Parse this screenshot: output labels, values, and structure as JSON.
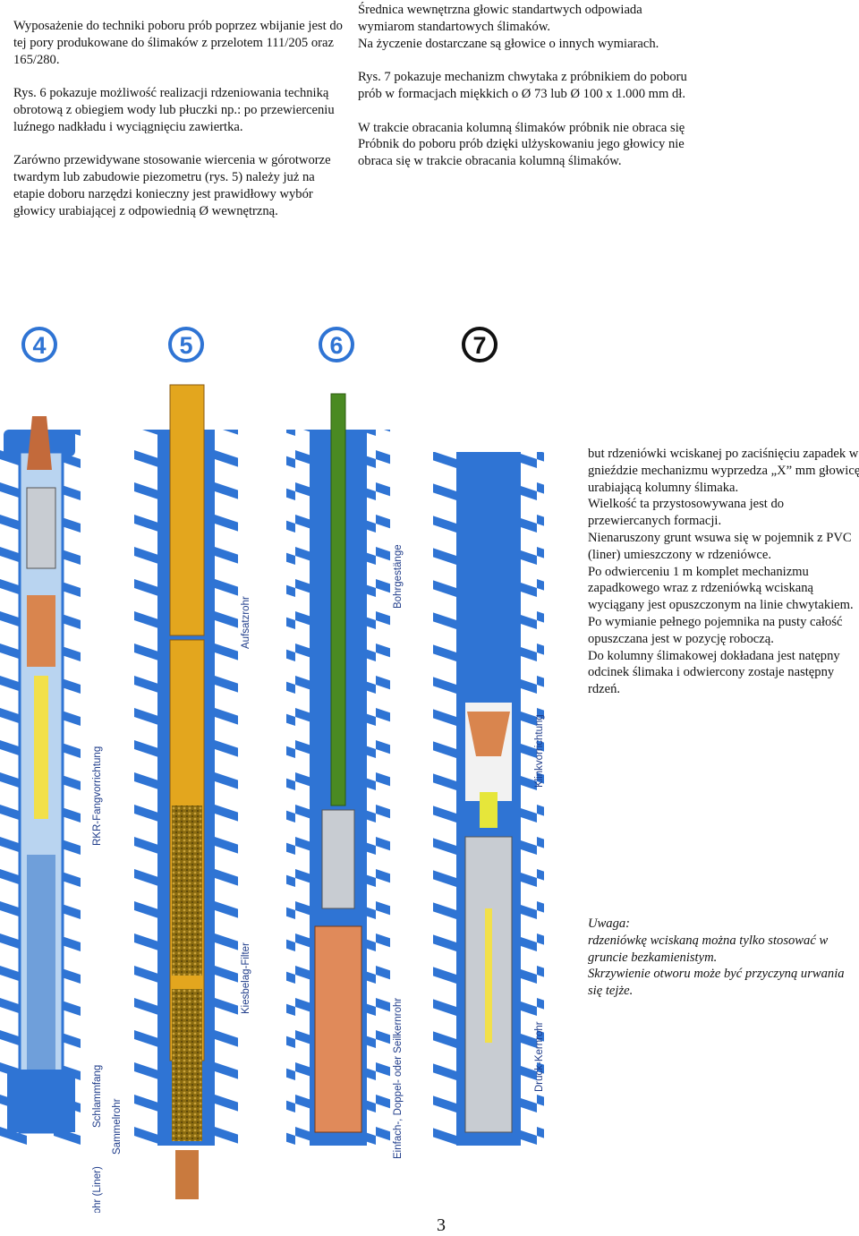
{
  "left_column": [
    "Wyposażenie do techniki poboru prób poprzez wbijanie jest do tej pory produkowane do ślimaków z przelotem 111/205 oraz 165/280.",
    "Rys. 6 pokazuje możliwość realizacji rdzeniowania techniką obrotową z obiegiem wody lub płuczki np.: po przewierceniu luźnego nadkładu i wyciągnięciu zawiertka.",
    "Zarówno przewidywane stosowanie wiercenia w górotworze twardym lub zabudowie piezometru (rys. 5) należy już na etapie doboru narzędzi konieczny jest prawidłowy wybór głowicy urabiającej z odpowiednią Ø wewnętrzną."
  ],
  "right_column": [
    "Średnica wewnętrzna głowic standartwych odpowiada wymiarom standartowych ślimaków.",
    "Na życzenie dostarczane są głowice o innych wymiarach.",
    "Rys. 7 pokazuje mechanizm chwytaka z próbnikiem do poboru prób w formacjach miękkich o Ø 73 lub Ø 100 x 1.000 mm dł.",
    "W trakcie obracania kolumną ślimaków próbnik nie obraca się",
    "Próbnik do poboru prób dzięki ulżyskowaniu jego głowicy nie obraca się w trakcie obracania kolumną ślimaków."
  ],
  "side_text": [
    "but rdzeniówki wciskanej po zaciśnięciu zapadek w gnieździe mechanizmu wyprzedza „X” mm głowicę urabiającą kolumny ślimaka.",
    "Wielkość ta przystosowywana jest do przewiercanych formacji.",
    "Nienaruszony grunt wsuwa się w pojemnik z PVC (liner) umieszczony w rdzeniówce.",
    "Po odwierceniu 1 m komplet mechanizmu zapadkowego wraz z rdzeniówką wciskaną wyciągany jest opuszczonym na linie chwytakiem.",
    "Po wymianie pełnego pojemnika na pusty całość opuszczana jest w pozycję roboczą.",
    "Do kolumny ślimakowej dokładana jest natępny odcinek ślimaka i odwiercony zostaje następny rdzeń."
  ],
  "note": [
    "Uwaga:",
    "rdzeniówkę wciskaną można tylko stosować w gruncie bezkamienistym.",
    "Skrzywienie otworu może być przyczyną urwania się tejże."
  ],
  "figure": {
    "numbers": [
      "4",
      "5",
      "6",
      "7"
    ],
    "labels": {
      "rkr": "RKR-Fangvorrichtung",
      "schlamm": "Schlammfang",
      "sammel": "Sammelrohr",
      "pvc": "PVC-Entnahmerohr (Liner)",
      "aufsatz": "Aufsatzrohr",
      "kies": "Kiesbelag-Filter",
      "bohr": "Bohrgestänge",
      "einfach": "Einfach-, Doppel- oder Seilkernrohr",
      "klink": "Klinkvorrichtung",
      "druck": "Druck-Kernrohr"
    }
  },
  "page_number": "3"
}
